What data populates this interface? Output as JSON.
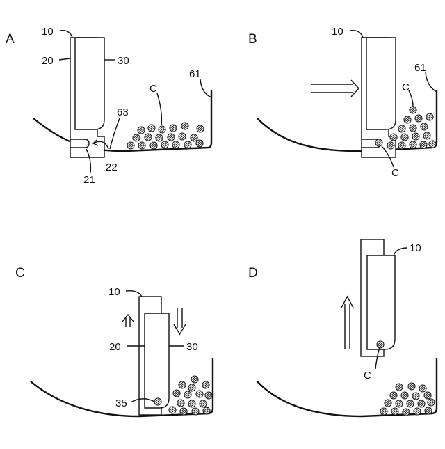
{
  "panels": {
    "A": {
      "letter": "A",
      "labels": {
        "l10": "10",
        "l20": "20",
        "l30": "30",
        "l61": "61",
        "lC": "C",
        "l63": "63",
        "l21": "21",
        "l22": "22"
      }
    },
    "B": {
      "letter": "B",
      "labels": {
        "l10": "10",
        "l61": "61",
        "lC": "C",
        "lC2": "C"
      }
    },
    "C": {
      "letter": "C",
      "labels": {
        "l10": "10",
        "l20": "20",
        "l30": "30",
        "l35": "35"
      }
    },
    "D": {
      "letter": "D",
      "labels": {
        "l10": "10",
        "lC": "C"
      }
    }
  },
  "icons": [
    "push-arrow-icon",
    "up-arrow-icon",
    "down-arrow-icon"
  ],
  "line_color": "#111111"
}
